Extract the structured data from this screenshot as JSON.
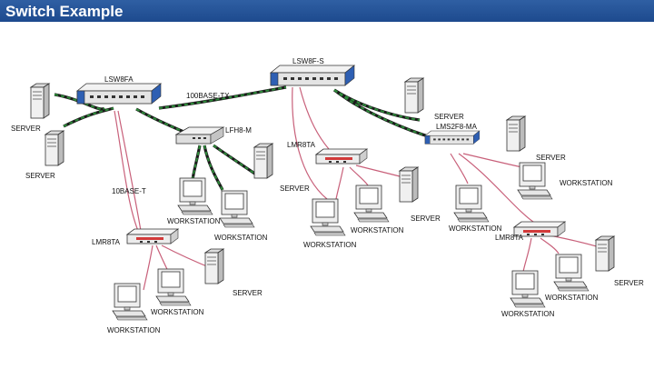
{
  "header": {
    "title": "Switch Example"
  },
  "labels": {
    "lsw8fa": "LSW8FA",
    "lsw8fs": "LSW8F-S",
    "lfh8m": "LFH8-M",
    "lms2f8ma": "LMS2F8-MA",
    "lmr8ta_top": "LMR8TA",
    "lmr8ta_left": "LMR8TA",
    "lmr8ta_right": "LMR8TA",
    "tx_100": "100BASE-TX",
    "t_10": "10BASE-T",
    "server": "SERVER",
    "workstation": "WORKSTATION"
  },
  "colors": {
    "title_bar": "#1d4a8e",
    "fiber_green": "#2e8b3a",
    "utp_pink": "#c8607a"
  }
}
